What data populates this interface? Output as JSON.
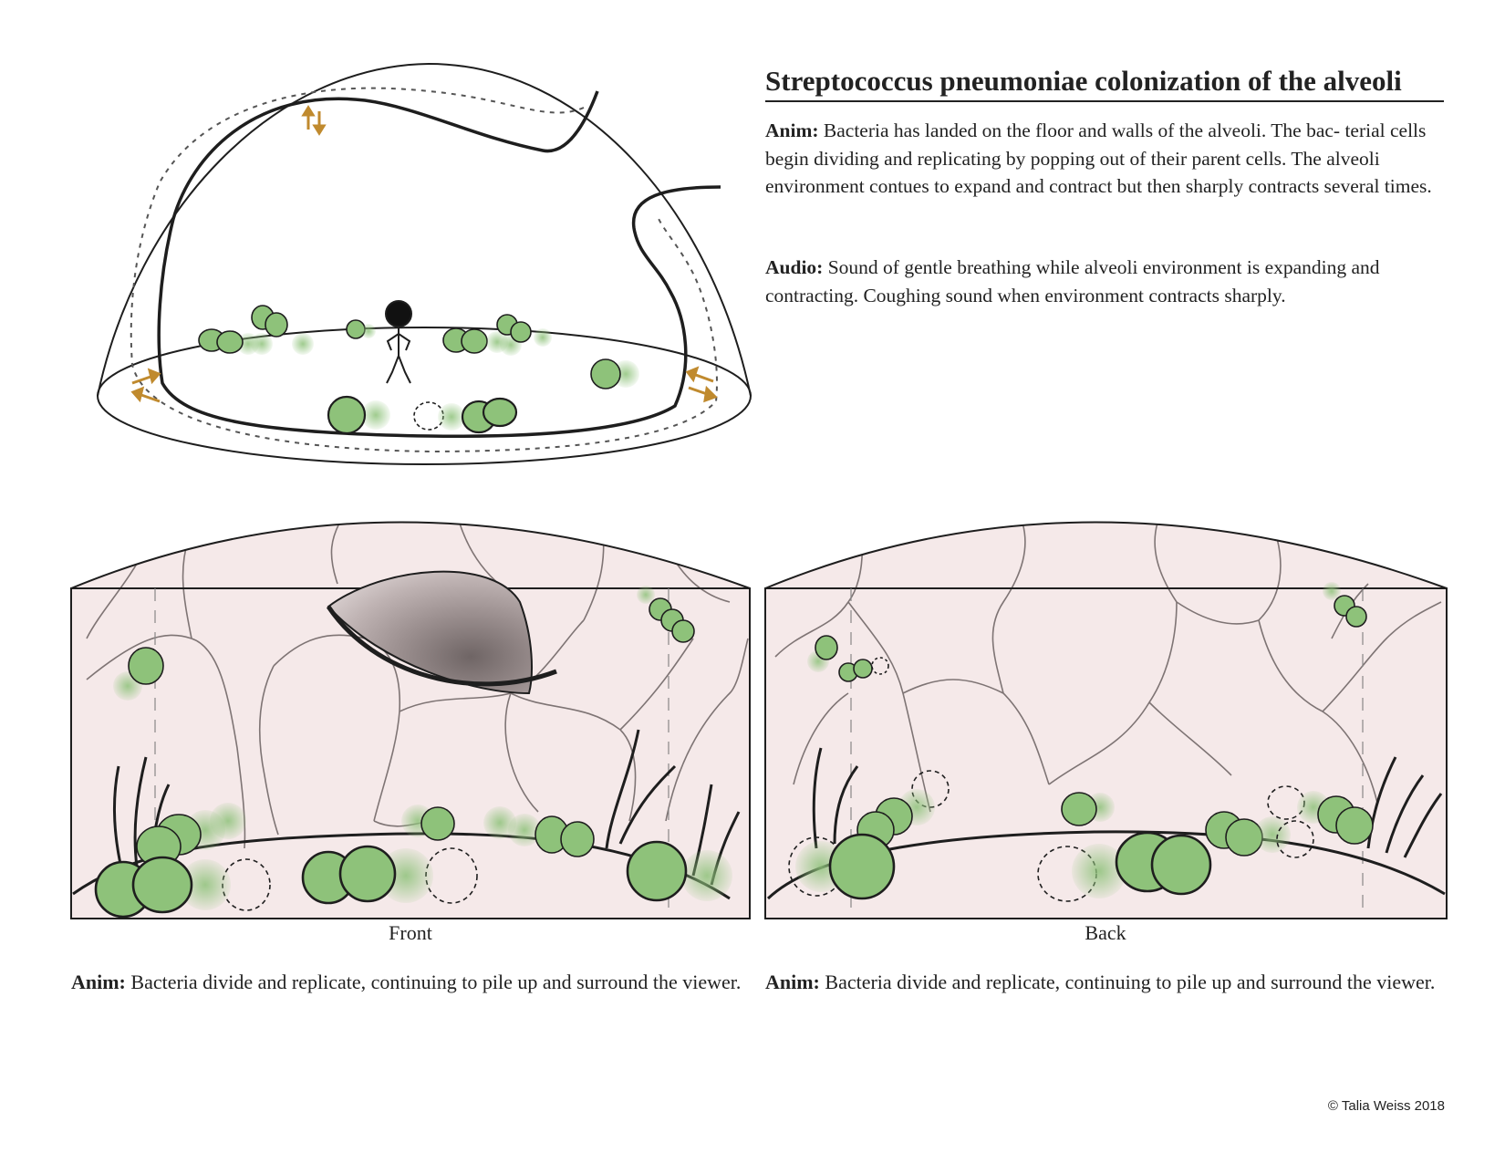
{
  "title": "Streptococcus pneumoniae colonization of the alveoli",
  "top_description": {
    "anim_label": "Anim:",
    "anim_text": "Bacteria has landed on the floor and walls of the alveoli. The bac- terial cells begin dividing and replicating by popping out of their parent cells. The alveoli environment contues to expand and contract but then sharply contracts several times.",
    "audio_label": "Audio:",
    "audio_text": "Sound of gentle breathing while alveoli environment is expanding and contracting. Coughing sound when environment contracts sharply."
  },
  "panels": {
    "front_caption": "Front",
    "back_caption": "Back"
  },
  "front_description": {
    "anim_label": "Anim:",
    "anim_text": "Bacteria divide and replicate, continuing to pile up and surround the viewer."
  },
  "back_description": {
    "anim_label": "Anim:",
    "anim_text": "Bacteria divide and replicate, continuing to pile up and surround the viewer."
  },
  "copyright": "© Talia Weiss 2018",
  "colors": {
    "bacteria": "#8ec27a",
    "bacteria_outline": "#1e1e1e",
    "wall_tint": "#f5e9e9",
    "arrow": "#c08a2e",
    "mucus": "#a89a9a"
  }
}
